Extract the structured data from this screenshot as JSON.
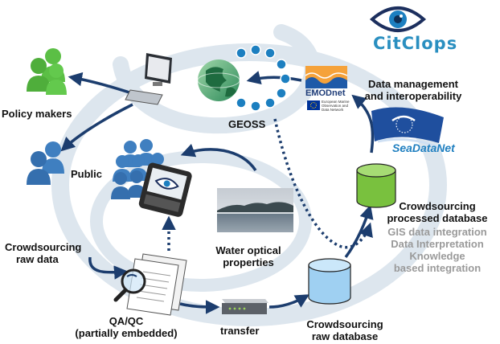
{
  "logo": {
    "text": "CitClops"
  },
  "labels": {
    "data_management": [
      "Data management",
      "and interoperability"
    ],
    "seadatanet": "SeaDataNet",
    "policy_makers": "Policy makers",
    "public": "Public",
    "geoss": "GEOSS",
    "emodnet": "EMODnet",
    "emodnet_sub": [
      "European Marine",
      "Observation and",
      "Data Network"
    ],
    "crowdsourcing_processed": [
      "Crowdsourcing",
      "processed database"
    ],
    "processing_steps": [
      "GIS data integration",
      "Data Interpretation",
      "Knowledge",
      "based integration"
    ],
    "crowdsourcing_raw_data": [
      "Crowdsourcing",
      "raw data"
    ],
    "water_optical": [
      "Water optical",
      "properties"
    ],
    "qa_qc": [
      "QA/QC",
      "(partially embedded)"
    ],
    "transfer": "transfer",
    "crowdsourcing_raw_db": [
      "Crowdsourcing",
      "raw database"
    ]
  },
  "colors": {
    "ring": "#dde6ee",
    "arrow": "#1c3d6e",
    "people_green": "#5bbf45",
    "people_blue": "#3f7fc0",
    "processed_db": "#79c13e",
    "raw_db": "#9fd0f2",
    "eye_blue": "#1c7fc0",
    "eu_blue": "#003399"
  },
  "icons": [
    "eye-logo-icon",
    "computer-icon",
    "globe-icon",
    "emodnet-logo-icon",
    "seadatanet-flag-icon",
    "smartphone-icon",
    "lake-photo-icon",
    "document-magnifier-icon",
    "network-device-icon",
    "database-icon"
  ]
}
